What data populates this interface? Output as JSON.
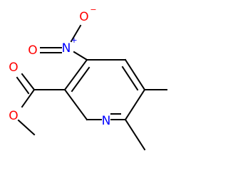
{
  "molecule": {
    "atoms": {
      "ring_n": {
        "symbol": "N",
        "color": "#0000ff"
      },
      "nitro_n": {
        "symbol": "N",
        "charge": "+",
        "color": "#0000ff"
      },
      "nitro_o_top": {
        "symbol": "O",
        "charge": "−",
        "color": "#ff0000"
      },
      "nitro_o_left": {
        "symbol": "O",
        "color": "#ff0000"
      },
      "ester_o_carbonyl": {
        "symbol": "O",
        "color": "#ff0000"
      },
      "ester_o_methoxy": {
        "symbol": "O",
        "color": "#ff0000"
      }
    },
    "bond_color": "#000000"
  }
}
